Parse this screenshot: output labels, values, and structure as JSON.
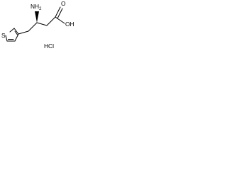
{
  "molecule": {
    "labels": {
      "amine": "NH2",
      "amine_main": "NH",
      "amine_subscript": "2",
      "carbonyl_oxygen": "O",
      "hydroxyl": "OH",
      "sulfur": "S"
    },
    "stereo_bond": "wedge",
    "ring": "thiophene"
  },
  "salt": {
    "label": "HCl"
  },
  "colors": {
    "ink": "#000000",
    "background": "#ffffff"
  }
}
